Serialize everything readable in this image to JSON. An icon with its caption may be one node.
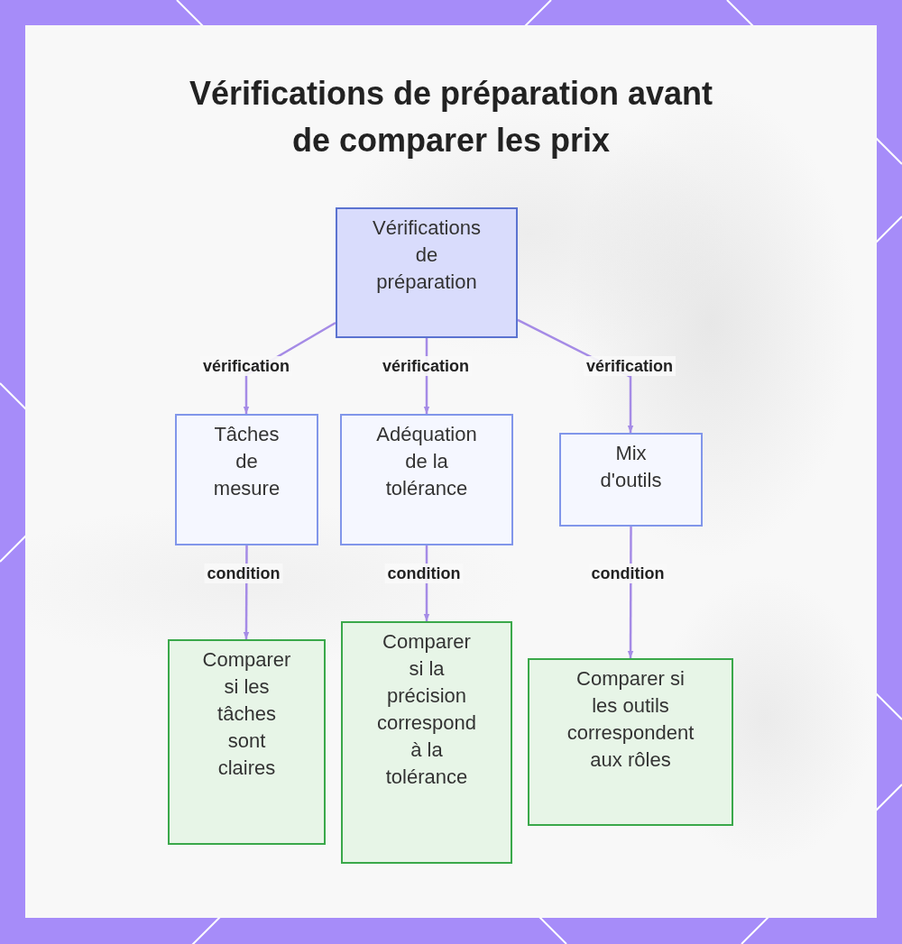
{
  "diagram": {
    "title": "Vérifications de préparation avant de comparer les prix",
    "nodes": [
      {
        "text": [
          "Vérifications de préparation"
        ]
      },
      {
        "text": [
          "Tâches de mesure"
        ]
      },
      {
        "text": [
          "Adéquation de la tolérance"
        ]
      },
      {
        "text": [
          "Mix d'outils"
        ]
      },
      {
        "text": [
          "Comparer si les tâches sont claires"
        ]
      },
      {
        "text": [
          "Comparer si la précision correspond à la tolérance"
        ]
      },
      {
        "text": [
          "Comparer si les outils correspondent aux rôles"
        ]
      }
    ],
    "edges": [
      {
        "from": 0,
        "to": 1,
        "arrow": "to",
        "label": "vérification"
      },
      {
        "from": 0,
        "to": 2,
        "arrow": "to",
        "label": "vérification"
      },
      {
        "from": 0,
        "to": 3,
        "arrow": "to",
        "label": "vérification"
      },
      {
        "from": 1,
        "to": 4,
        "arrow": "to",
        "label": "condition"
      },
      {
        "from": 2,
        "to": 5,
        "arrow": "to",
        "label": "condition"
      },
      {
        "from": 3,
        "to": 6,
        "arrow": "to",
        "label": "condition"
      }
    ]
  }
}
